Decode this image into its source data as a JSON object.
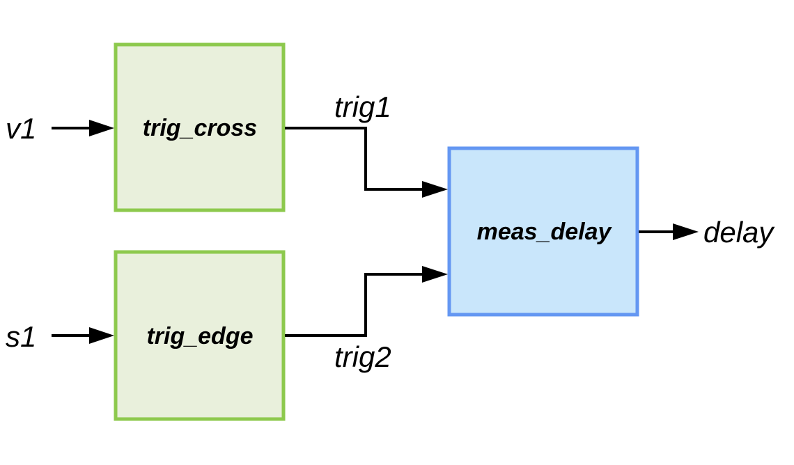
{
  "blocks": {
    "trig_cross": {
      "label": "trig_cross"
    },
    "trig_edge": {
      "label": "trig_edge"
    },
    "meas_delay": {
      "label": "meas_delay"
    }
  },
  "signals": {
    "v1": "v1",
    "s1": "s1",
    "trig1": "trig1",
    "trig2": "trig2",
    "delay": "delay"
  },
  "colors": {
    "trig_block_fill": "#e9f0dc",
    "trig_block_border": "#8dc94d",
    "meas_block_fill": "#c9e6fb",
    "meas_block_border": "#6497f2",
    "wire": "#000000"
  }
}
